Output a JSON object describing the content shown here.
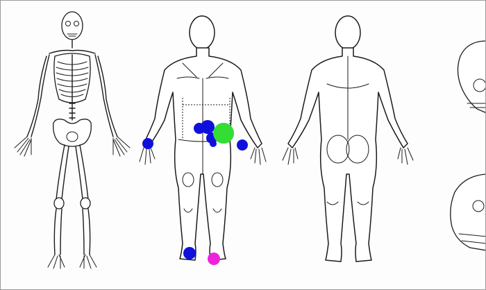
{
  "figures": [
    {
      "id": "skeleton-front",
      "view": "skeleton"
    },
    {
      "id": "body-front",
      "view": "anterior"
    },
    {
      "id": "body-back",
      "view": "posterior"
    },
    {
      "id": "skull-views",
      "view": "skull"
    }
  ],
  "markers": [
    {
      "id": "right-hand",
      "color": "#1010dd",
      "size": "small"
    },
    {
      "id": "left-hand",
      "color": "#1010dd",
      "size": "small"
    },
    {
      "id": "pelvis-cluster-1",
      "color": "#1010dd",
      "size": "small"
    },
    {
      "id": "pelvis-cluster-2",
      "color": "#1010dd",
      "size": "medium"
    },
    {
      "id": "pelvis-cluster-3",
      "color": "#1010dd",
      "size": "small"
    },
    {
      "id": "pelvis-cluster-4",
      "color": "#1010dd",
      "size": "small"
    },
    {
      "id": "groin-green",
      "color": "#33dd33",
      "size": "large"
    },
    {
      "id": "right-foot",
      "color": "#1010dd",
      "size": "small"
    },
    {
      "id": "left-foot",
      "color": "#ee22dd",
      "size": "small"
    }
  ],
  "colors": {
    "blue_marker": "#1010dd",
    "green_marker": "#33dd33",
    "magenta_marker": "#ee22dd",
    "line_art": "#1a1a1a"
  }
}
